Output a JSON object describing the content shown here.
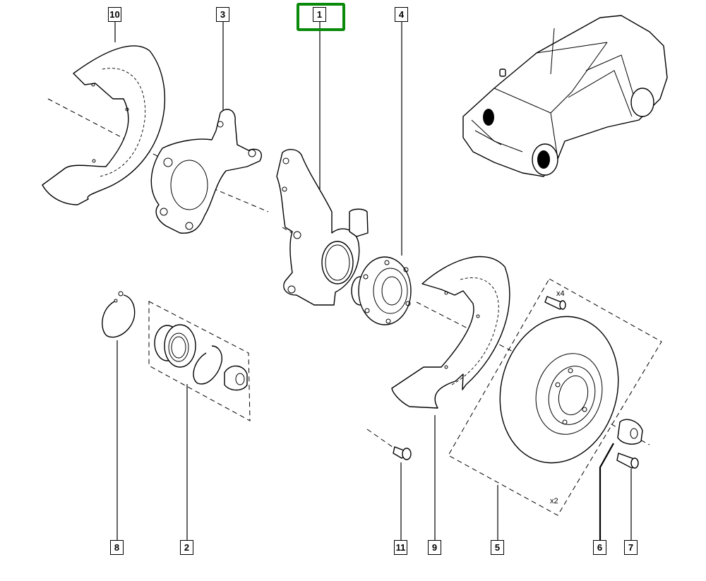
{
  "diagram": {
    "title": "Front wheel hub, knuckle and brake disc exploded view",
    "highlighted_callout": "1",
    "highlight_color": "#0a8a0a",
    "callouts": [
      {
        "id": "10",
        "label": "10",
        "part": "left brake disc shield"
      },
      {
        "id": "3",
        "label": "3",
        "part": "left steering knuckle"
      },
      {
        "id": "1",
        "label": "1",
        "part": "right steering knuckle"
      },
      {
        "id": "4",
        "label": "4",
        "part": "wheel hub"
      },
      {
        "id": "8",
        "label": "8",
        "part": "circlip"
      },
      {
        "id": "2",
        "label": "2",
        "part": "wheel bearing kit"
      },
      {
        "id": "11",
        "label": "11",
        "part": "shield bolt"
      },
      {
        "id": "9",
        "label": "9",
        "part": "right brake disc shield"
      },
      {
        "id": "5",
        "label": "5",
        "part": "brake disc kit"
      },
      {
        "id": "6",
        "label": "6",
        "part": "hub nut"
      },
      {
        "id": "7",
        "label": "7",
        "part": "caliper bolt"
      }
    ],
    "quantities": {
      "disc_bolts": "x4",
      "disc_kit": "x2"
    },
    "vehicle_icon": "suv-location-icon"
  }
}
